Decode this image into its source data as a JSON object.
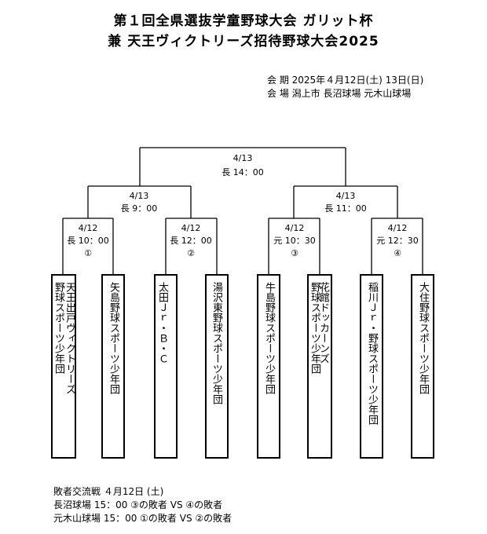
{
  "title_line1": "第１回全県選抜学童野球大会 ガリット杯",
  "title_line2": "兼 天王ヴィクトリーズ招待野球大会2025",
  "info": {
    "period": "会 期 2025年４月12日(土) 13日(日)",
    "venue": "会 場 潟上市 長沼球場 元木山球場"
  },
  "final": {
    "date": "4/13",
    "time": "長 14：00"
  },
  "semis": [
    {
      "date": "4/13",
      "time": "長 9：00"
    },
    {
      "date": "4/13",
      "time": "長 11：00"
    }
  ],
  "first_round": [
    {
      "date": "4/12",
      "time": "長 10：00",
      "num": "①"
    },
    {
      "date": "4/12",
      "time": "長 12：00",
      "num": "②"
    },
    {
      "date": "4/12",
      "time": "元 10：30",
      "num": "③"
    },
    {
      "date": "4/12",
      "time": "元 12：30",
      "num": "④"
    }
  ],
  "teams": [
    {
      "col1": "天王出戸ヴィクトリーズ",
      "col2": "野球スポーツ少年団"
    },
    {
      "col1": "矢島野球スポーツ少年団"
    },
    {
      "col1": "太田Ｊｒ・Ｂ・Ｃ"
    },
    {
      "col1": "湯沢東野球スポーツ少年団"
    },
    {
      "col1": "牛島野球スポーツ少年団"
    },
    {
      "col1": "花館ドッカーンズ",
      "col2": "野球スポーツ少年団"
    },
    {
      "col1": "稲川Ｊｒ・野球スポーツ少年団"
    },
    {
      "col1": "大住野球スポーツ少年団"
    }
  ],
  "footer": [
    "敗者交流戦 ４月12日 (土)",
    "長沼球場 15：00 ③の敗者 VS ④の敗者",
    "元木山球場 15：00 ①の敗者 VS ②の敗者"
  ]
}
